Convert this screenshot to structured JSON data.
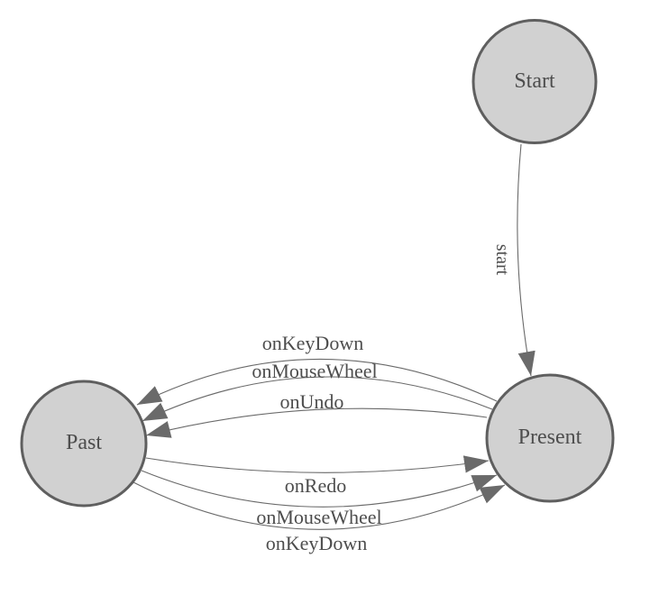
{
  "diagram": {
    "nodes": {
      "start": {
        "label": "Start"
      },
      "present": {
        "label": "Present"
      },
      "past": {
        "label": "Past"
      }
    },
    "edges": {
      "start_to_present": {
        "label": "start",
        "from": "Start",
        "to": "Present"
      },
      "present_to_past": [
        {
          "label": "onKeyDown",
          "from": "Present",
          "to": "Past"
        },
        {
          "label": "onMouseWheel",
          "from": "Present",
          "to": "Past"
        },
        {
          "label": "onUndo",
          "from": "Present",
          "to": "Past"
        }
      ],
      "past_to_present": [
        {
          "label": "onRedo",
          "from": "Past",
          "to": "Present"
        },
        {
          "label": "onMouseWheel",
          "from": "Past",
          "to": "Present"
        },
        {
          "label": "onKeyDown",
          "from": "Past",
          "to": "Present"
        }
      ]
    },
    "colors": {
      "node_fill": "#d1d1d1",
      "node_border": "#5f5f5f",
      "edge_line": "#6a6a6a",
      "arrowhead": "#6a6a6a",
      "label_text": "#4d4d4d",
      "background": "#ffffff"
    }
  }
}
